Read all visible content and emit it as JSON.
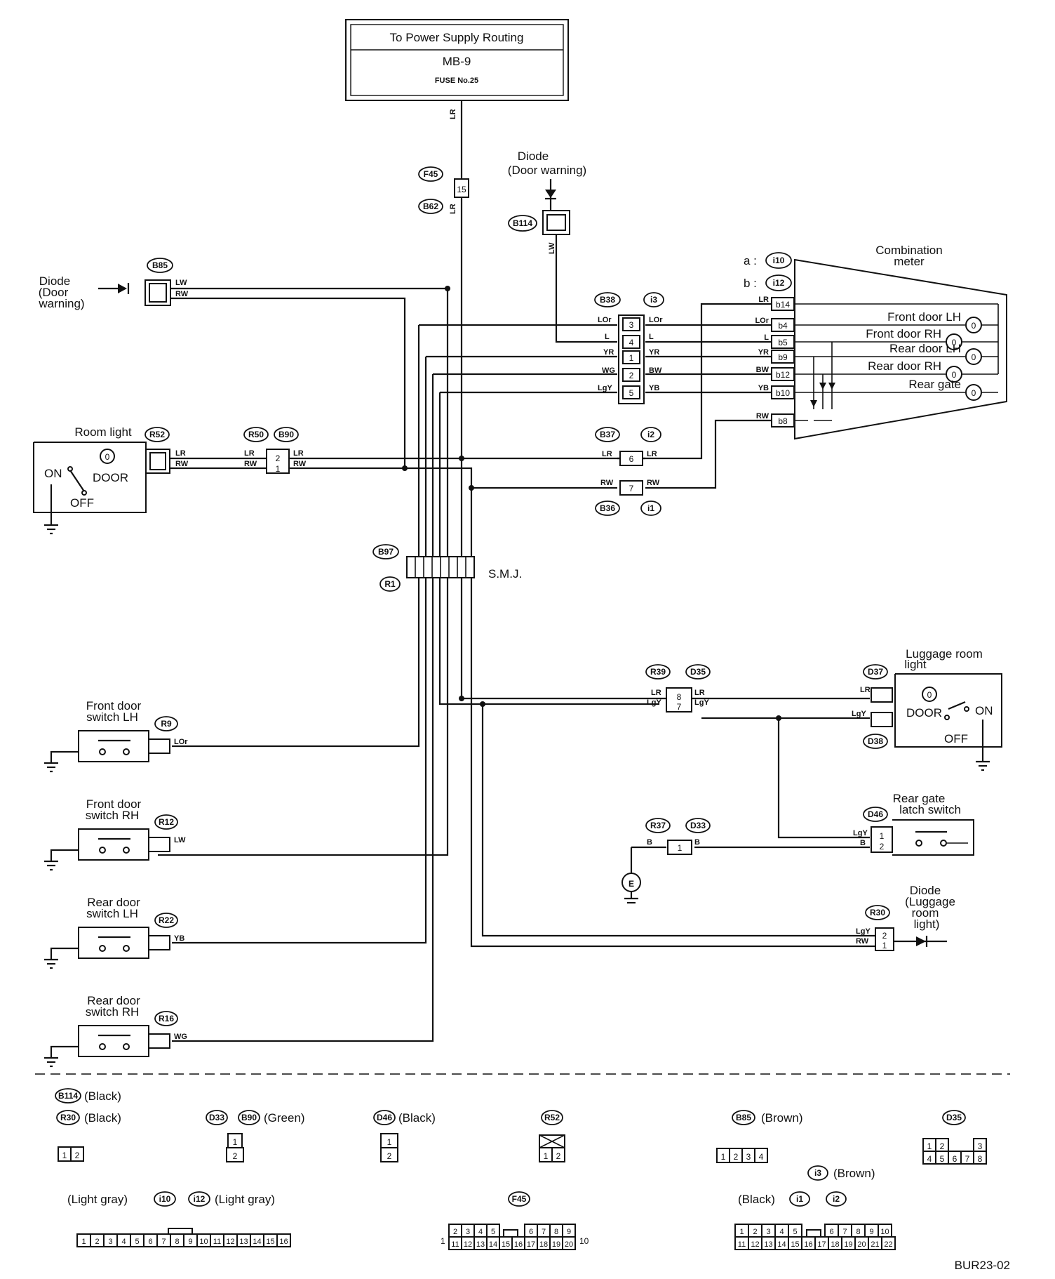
{
  "supply": {
    "title": "To Power Supply Routing",
    "block": "MB-9",
    "fuse": "FUSE No.25"
  },
  "diagram_code": "BUR23-02",
  "labels": {
    "diode_top": [
      "Diode",
      "(Door warning)"
    ],
    "diode_left": [
      "Diode",
      "(Door",
      "warning)"
    ],
    "combination_meter": [
      "Combination",
      "meter"
    ],
    "meter_a": "a :",
    "meter_b": "b :",
    "room_light": "Room light",
    "on": "ON",
    "off": "OFF",
    "door": "DOOR",
    "smj": "S.M.J.",
    "luggage_room_light": [
      "Luggage room",
      "light"
    ],
    "rear_gate_latch": [
      "Rear gate",
      "latch switch"
    ],
    "diode_luggage": [
      "Diode",
      "(Luggage",
      "room",
      "light)"
    ],
    "earth": "E",
    "front_door_lh": [
      "Front door",
      "switch LH"
    ],
    "front_door_rh": [
      "Front door",
      "switch RH"
    ],
    "rear_door_lh": [
      "Rear door",
      "switch LH"
    ],
    "rear_door_rh": [
      "Rear door",
      "switch RH"
    ]
  },
  "meter_lamps": [
    "Front door LH",
    "Front door RH",
    "Rear door LH",
    "Rear door RH",
    "Rear gate"
  ],
  "meter_pins": [
    "14",
    "4",
    "5",
    "9",
    "12",
    "10",
    "8"
  ],
  "meter_pins_prefix": [
    "b",
    "b",
    "b",
    "b",
    "b",
    "b",
    "b"
  ],
  "meter_wire_codes": [
    "LR",
    "LOr",
    "L",
    "YR",
    "BW",
    "YB",
    "RW"
  ],
  "connectors": {
    "F45": "F45",
    "B62": "B62",
    "B114": "B114",
    "B85": "B85",
    "B38": "B38",
    "i3": "i3",
    "i10": "i10",
    "i12": "i12",
    "R52": "R52",
    "R50": "R50",
    "B90": "B90",
    "B37": "B37",
    "i2": "i2",
    "B36": "B36",
    "i1": "i1",
    "B97": "B97",
    "R1": "R1",
    "R39": "R39",
    "D35": "D35",
    "D37": "D37",
    "D38": "D38",
    "R9": "R9",
    "R12": "R12",
    "R22": "R22",
    "R16": "R16",
    "R37": "R37",
    "D33": "D33",
    "D46": "D46",
    "R30": "R30"
  },
  "wires": {
    "LR": "LR",
    "LW": "LW",
    "RW": "RW",
    "LOr": "LOr",
    "L": "L",
    "YR": "YR",
    "WG": "WG",
    "BW": "BW",
    "LgY": "LgY",
    "YB": "YB",
    "B": "B"
  },
  "pins": {
    "p15": "15",
    "p1": "1",
    "p2": "2",
    "p3": "3",
    "p4": "4",
    "p5": "5",
    "p6": "6",
    "p7": "7",
    "p8": "8"
  },
  "legend": {
    "b114": "(Black)",
    "r30": "(Black)",
    "d33_b90": "(Green)",
    "d46": "(Black)",
    "b85": "(Brown)",
    "i3": "(Brown)",
    "i10_left": "(Light gray)",
    "i12_right": "(Light gray)",
    "i1_i2": "(Black)"
  }
}
